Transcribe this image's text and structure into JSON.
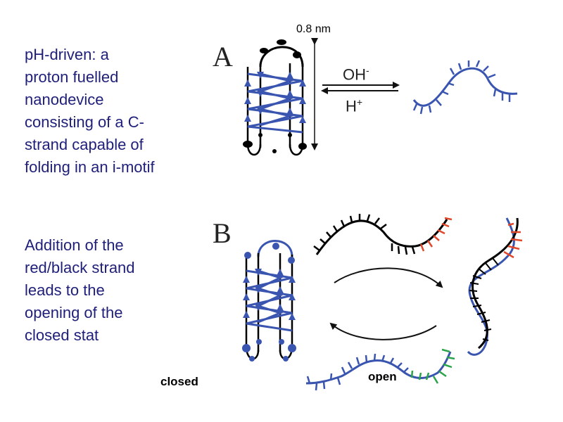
{
  "text_a": [
    "pH-driven: a",
    "proton fuelled",
    "nanodevice",
    "consisting of a C-",
    "strand capable of",
    "folding in an i-motif"
  ],
  "text_b": [
    "Addition of the",
    "red/black strand",
    "leads to the",
    "opening of the",
    "closed stat"
  ],
  "dimension_label": "0.8 nm",
  "panel_a_letter": "A",
  "panel_b_letter": "B",
  "forward_reagent": "OH",
  "forward_charge": "-",
  "reverse_reagent": "H",
  "reverse_charge": "+",
  "closed_label": "closed",
  "open_label": "open",
  "colors": {
    "text": "#1f1f7a",
    "strand_blue": "#3a55b0",
    "node_black": "#000000",
    "complement_red": "#e0482c",
    "spacer_green": "#2aa34a"
  }
}
